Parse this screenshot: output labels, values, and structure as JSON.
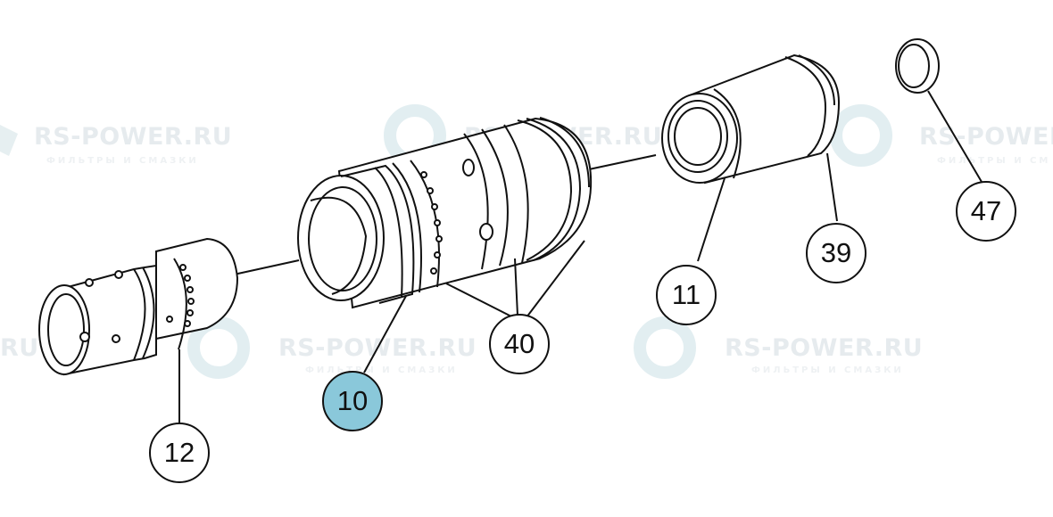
{
  "watermark": {
    "brand": "RS-POWER.RU",
    "tagline": "ФИЛЬТРЫ И СМАЗКИ",
    "brand_partial_left": "RU",
    "brand_partial_right": "RS-POWER",
    "tagline_partial_right": "ФИЛЬТРЫ И СМ"
  },
  "callouts": {
    "part_12": "12",
    "part_10": "10",
    "part_40": "40",
    "part_11": "11",
    "part_39": "39",
    "part_47": "47"
  },
  "colors": {
    "selected_callout": "#8ac8da",
    "line": "#111111",
    "watermark": "#e6ebee"
  }
}
